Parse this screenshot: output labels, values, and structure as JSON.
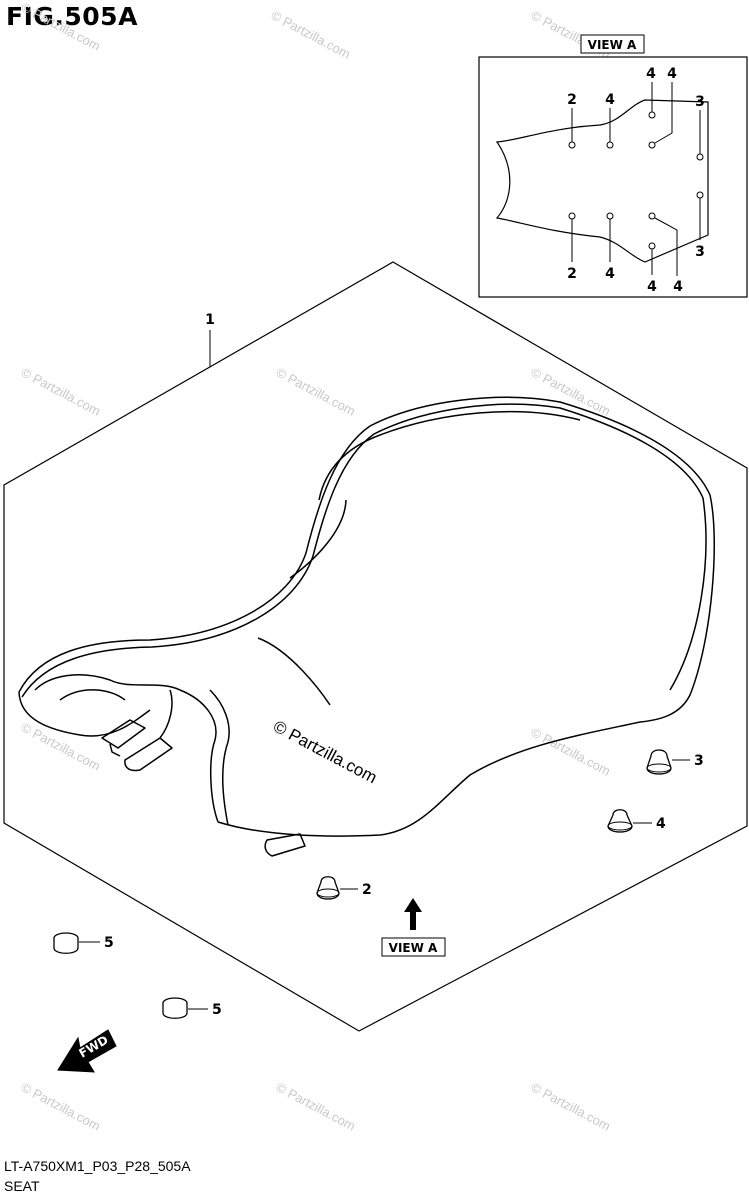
{
  "figure": {
    "title": "FIG.505A",
    "code": "LT-A750XM1_P03_P28_505A",
    "name": "SEAT"
  },
  "view_label": "VIEW A",
  "fwd_label": "FWD",
  "watermark": "© Partzilla.com",
  "callouts": {
    "seat": "1",
    "cushion_2": "2",
    "cushion_3": "3",
    "cushion_4": "4",
    "cushion_5": "5"
  },
  "view_a_callouts": {
    "top": [
      "2",
      "4",
      "4",
      "4",
      "3"
    ],
    "bottom": [
      "2",
      "4",
      "4",
      "4",
      "3"
    ]
  }
}
